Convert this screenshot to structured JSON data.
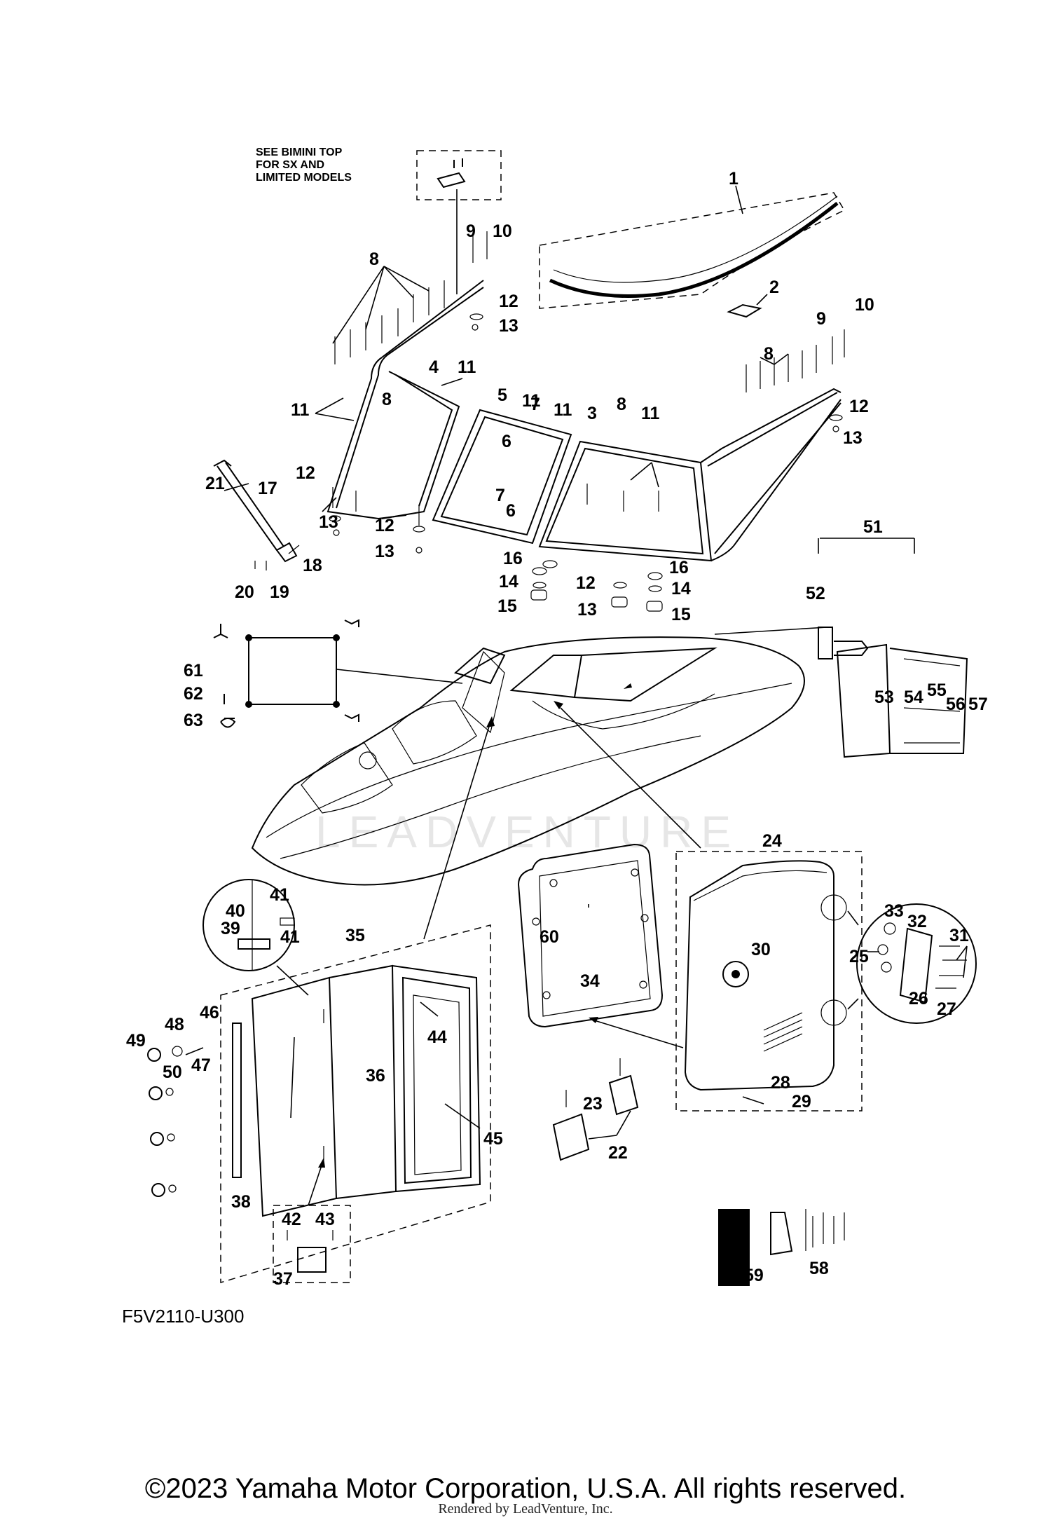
{
  "note": {
    "line1": "SEE BIMINI TOP",
    "line2": "FOR SX AND",
    "line3": "LIMITED MODELS"
  },
  "callouts": [
    "1",
    "2",
    "3",
    "4",
    "5",
    "6",
    "6",
    "7",
    "7",
    "8",
    "8",
    "8",
    "8",
    "9",
    "9",
    "10",
    "10",
    "11",
    "11",
    "11",
    "11",
    "11",
    "12",
    "12",
    "12",
    "12",
    "12",
    "13",
    "13",
    "13",
    "13",
    "13",
    "14",
    "14",
    "15",
    "15",
    "16",
    "16",
    "17",
    "18",
    "19",
    "20",
    "21",
    "22",
    "23",
    "24",
    "25",
    "26",
    "27",
    "28",
    "29",
    "30",
    "31",
    "32",
    "33",
    "34",
    "35",
    "36",
    "37",
    "38",
    "39",
    "40",
    "41",
    "41",
    "42",
    "43",
    "44",
    "45",
    "46",
    "47",
    "48",
    "49",
    "50",
    "51",
    "52",
    "53",
    "54",
    "55",
    "56",
    "57",
    "58",
    "59",
    "60",
    "61",
    "62",
    "63"
  ],
  "diagram_code": "F5V2110-U300",
  "watermark": "LEADVENTURE",
  "footer": {
    "copyright": "©2023 Yamaha Motor Corporation, U.S.A. All rights reserved.",
    "rendered_by": "Rendered by LeadVenture, Inc."
  }
}
